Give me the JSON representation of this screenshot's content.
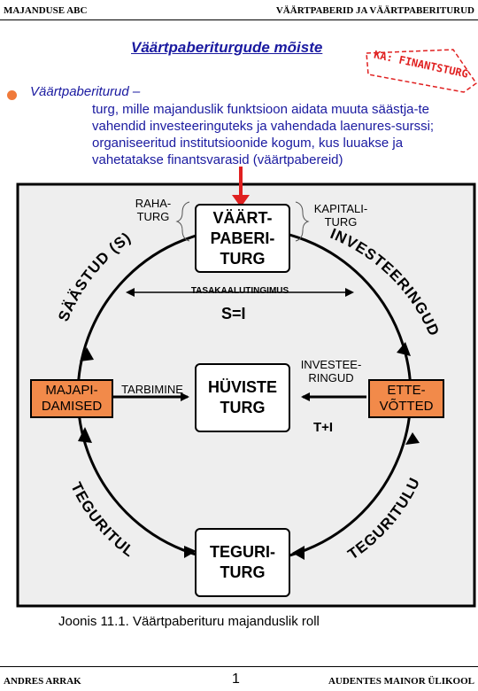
{
  "header": {
    "left": "MAJANDUSE ABC",
    "right": "VÄÄRTPABERID JA VÄÄRTPABERITURUD"
  },
  "title": "Väärtpaberiturgude mõiste",
  "stamp_text": "KA: FINANTSTURG",
  "definition": {
    "term": "Väärtpaberiturud –",
    "text": "turg, mille majanduslik funktsioon aidata muuta säästja-te vahendid investeeringuteks ja vahendada laenures-surssi; organiseeritud institutsioonide kogum, kus luuakse ja vahetatakse finantsvarasid (väärtpabereid)"
  },
  "diagram": {
    "raha_turg": "RAHA-TURG",
    "kapitali_turg": "KAPITALI-TURG",
    "vaartpaberiturg": "VÄÄRT-PABERI-TURG",
    "tasakaal": "TASAKAALUTINGIMUS",
    "s_eq_i": "S=I",
    "saastud": "SÄÄSTUD (S)",
    "investeeringud": "INVESTEERINGUD (I)",
    "majapidamised": "MAJAPI-DAMISED",
    "tarbimine": "TARBIMINE",
    "huviste_turg": "HÜVISTE TURG",
    "investeeringud_arrow": "INVESTEE-RINGUD",
    "ettevotted": "ETTE-VÕTTED",
    "t_plus_i": "T+I",
    "tegurituud_left": "TEGURITULUD",
    "tegurituud_right": "TEGURITULUD",
    "teguriturg": "TEGURI-TURG"
  },
  "caption": "Joonis 11.1. Väärtpaberituru majanduslik roll",
  "footer": {
    "left": "ANDRES ARRAK",
    "page": "1",
    "right": "AUDENTES MAINOR ÜLIKOOL"
  },
  "colors": {
    "accent_orange": "#f28a4a",
    "text_blue": "#1a1aa0",
    "panel_gray": "#eeeeee",
    "arrow_red": "#e02020"
  }
}
